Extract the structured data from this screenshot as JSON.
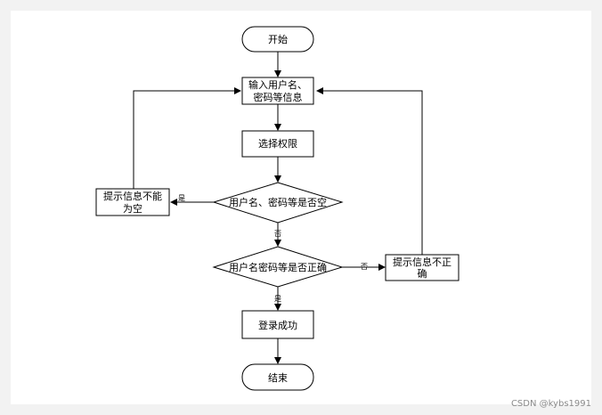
{
  "nodes": {
    "start": {
      "text": "开始"
    },
    "input": {
      "line1": "输入用户名、",
      "line2": "密码等信息"
    },
    "select_role": {
      "text": "选择权限"
    },
    "empty_check": {
      "text": "用户名、密码等是否空"
    },
    "empty_tip": {
      "line1": "提示信息不能",
      "line2": "为空"
    },
    "correct_check": {
      "text": "用户名密码等是否正确"
    },
    "wrong_tip": {
      "line1": "提示信息不正",
      "line2": "确"
    },
    "login_ok": {
      "text": "登录成功"
    },
    "end": {
      "text": "结束"
    }
  },
  "edge_labels": {
    "empty_yes": "是",
    "empty_no": "否",
    "correct_no": "否",
    "correct_yes": "是"
  },
  "watermark": "CSDN @kybs1991"
}
